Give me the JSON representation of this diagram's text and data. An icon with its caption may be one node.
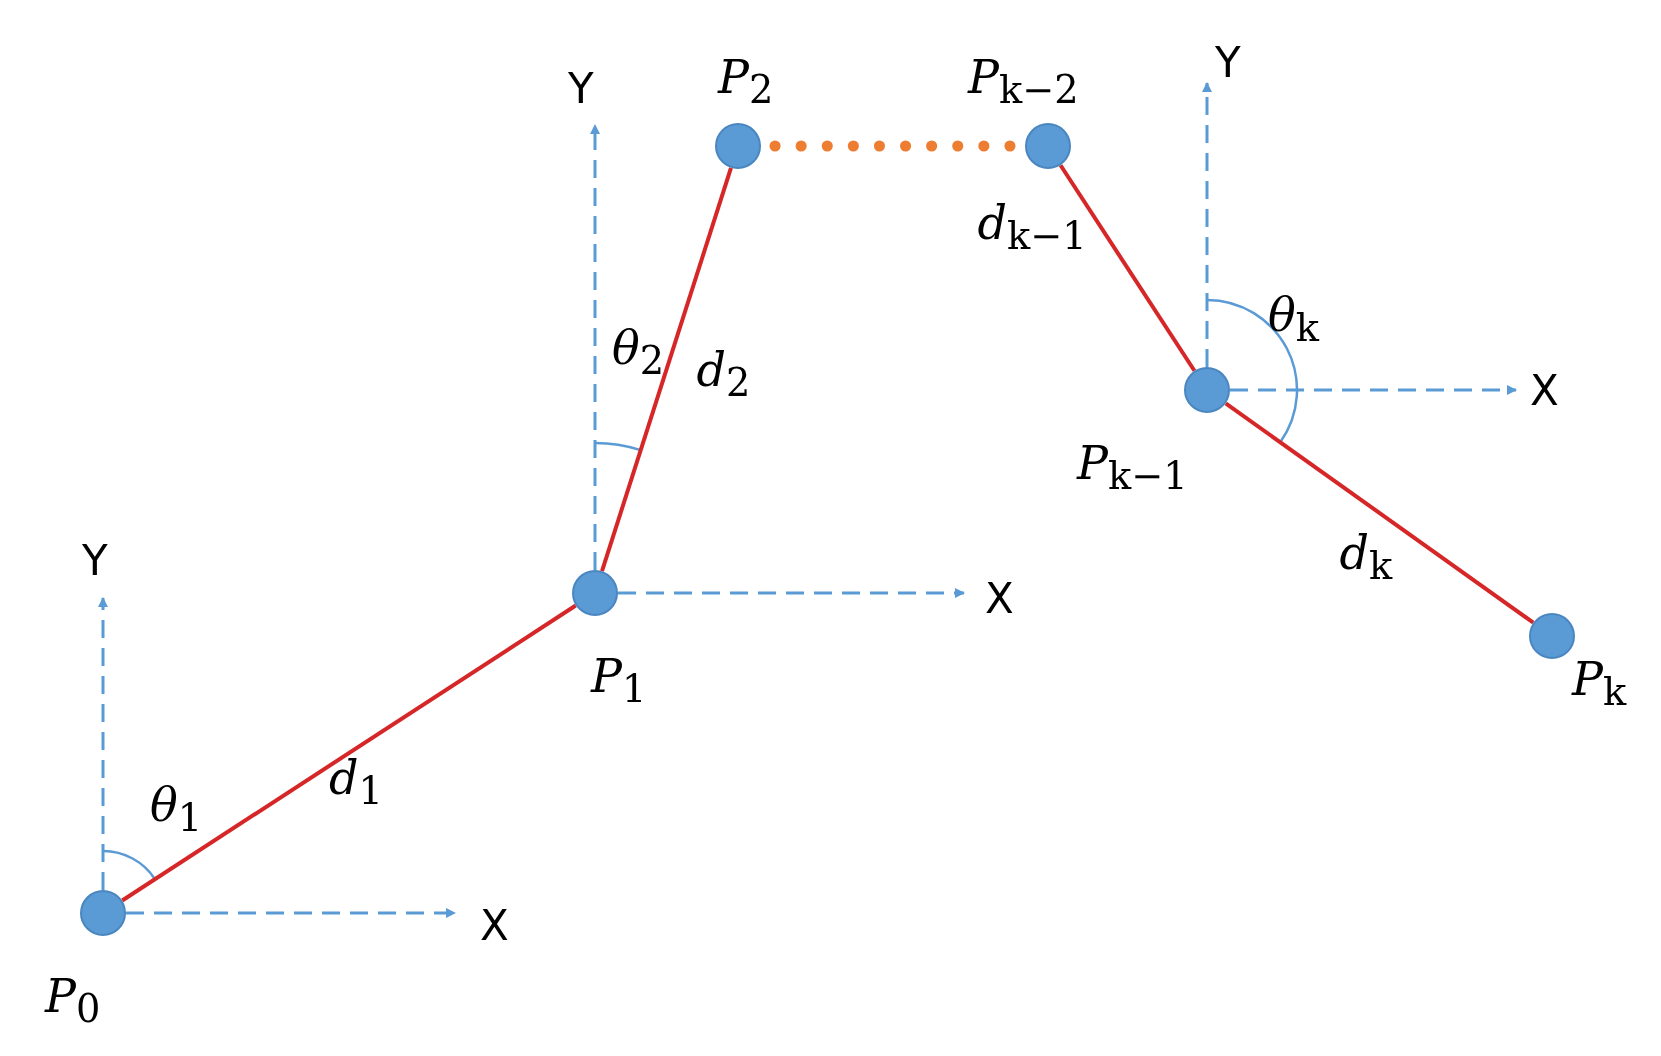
{
  "diagram": {
    "nodes": [
      {
        "text": [
          "*P*$_{0}$"
        ]
      },
      {
        "text": [
          "*P*$_{1}$"
        ]
      },
      {
        "text": [
          "*P*$_{2}$"
        ]
      },
      {
        "text": [
          "*P*$_{k−2}$"
        ]
      },
      {
        "text": [
          "*P*$_{k−1}$"
        ]
      },
      {
        "text": [
          "*P*$_{k}$"
        ]
      }
    ],
    "edges": [
      {
        "from": 0,
        "to": 1,
        "arrow": "none",
        "label": "*d*$_{1}$"
      },
      {
        "from": 1,
        "to": 2,
        "arrow": "none",
        "label": "*d*$_{2}$"
      },
      {
        "from": 2,
        "to": 3,
        "arrow": "none",
        "style": "dashed",
        "color": "#ed7d31"
      },
      {
        "from": 3,
        "to": 4,
        "arrow": "none",
        "label": "*d*$_{k−1}$"
      },
      {
        "from": 4,
        "to": 5,
        "arrow": "none",
        "label": "*d*$_{k}$"
      }
    ],
    "labels": [
      "Y",
      "Y",
      "*θ*$_{k}$",
      "*θ*$_{2}$",
      "X",
      "Y",
      "X",
      "*θ*$_{1}$",
      "X"
    ]
  }
}
